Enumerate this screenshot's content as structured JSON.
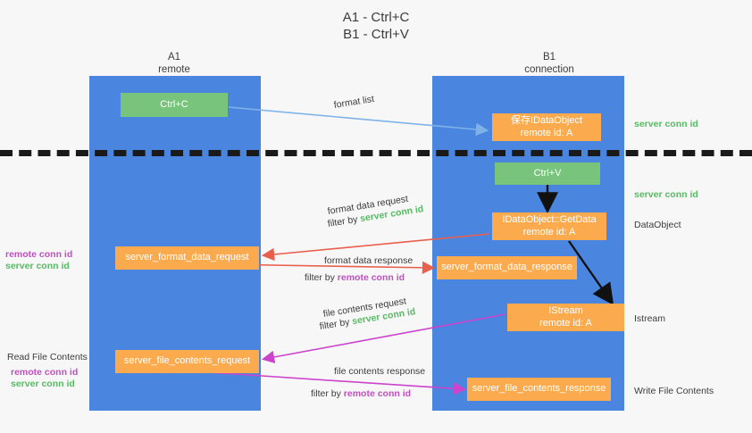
{
  "title": "A1 - Ctrl+C\nB1 - Ctrl+V",
  "columns": {
    "a": "A1\nremote",
    "b": "B1\nconnection"
  },
  "boxes": {
    "ctrl_c": "Ctrl+C",
    "ole_save": "保存IDataObject\nremote id: A",
    "ctrl_v": "Ctrl+V",
    "get_data": "IDataObject::GetData\nremote id: A",
    "format_data_request": "server_format_data_request",
    "format_data_response": "server_format_data_response",
    "istream": "IStream\nremote id: A",
    "file_contents_request": "server_file_contents_request",
    "file_contents_response": "server_file_contents_response"
  },
  "edges": {
    "format_list": "format list",
    "format_data_request": "format data request",
    "format_data_request_filter_prefix": "filter by ",
    "format_data_request_filter_value": "server conn id",
    "format_data_response": "format data response",
    "format_data_response_filter_prefix": "filter by ",
    "format_data_response_filter_value": "remote conn id",
    "file_contents_request": "file contents request",
    "file_contents_request_filter_prefix": "filter by ",
    "file_contents_request_filter_value": "server conn id",
    "file_contents_response": "file contents response",
    "file_contents_response_filter_prefix": "filter by ",
    "file_contents_response_filter_value": "remote conn id"
  },
  "annotations": {
    "server_conn_id_top": "server conn id",
    "server_conn_id_mid": "server conn id",
    "dataobject": "DataObject",
    "istream": "Istream",
    "write_file_contents": "Write File Contents",
    "read_file_contents": "Read File Contents",
    "remote_conn_id": "remote conn id",
    "server_conn_id": "server conn id"
  },
  "colors": {
    "lane": "#4a86e0",
    "green_box": "#79c47c",
    "orange_box": "#fbab4e",
    "green_text": "#57bb63",
    "magenta_text": "#c050c0",
    "red_arrow": "#e8604c",
    "magenta_arrow": "#cc44cc",
    "blue_arrow": "#7fb3e8",
    "black_arrow": "#000000",
    "background": "#f7f7f7"
  }
}
